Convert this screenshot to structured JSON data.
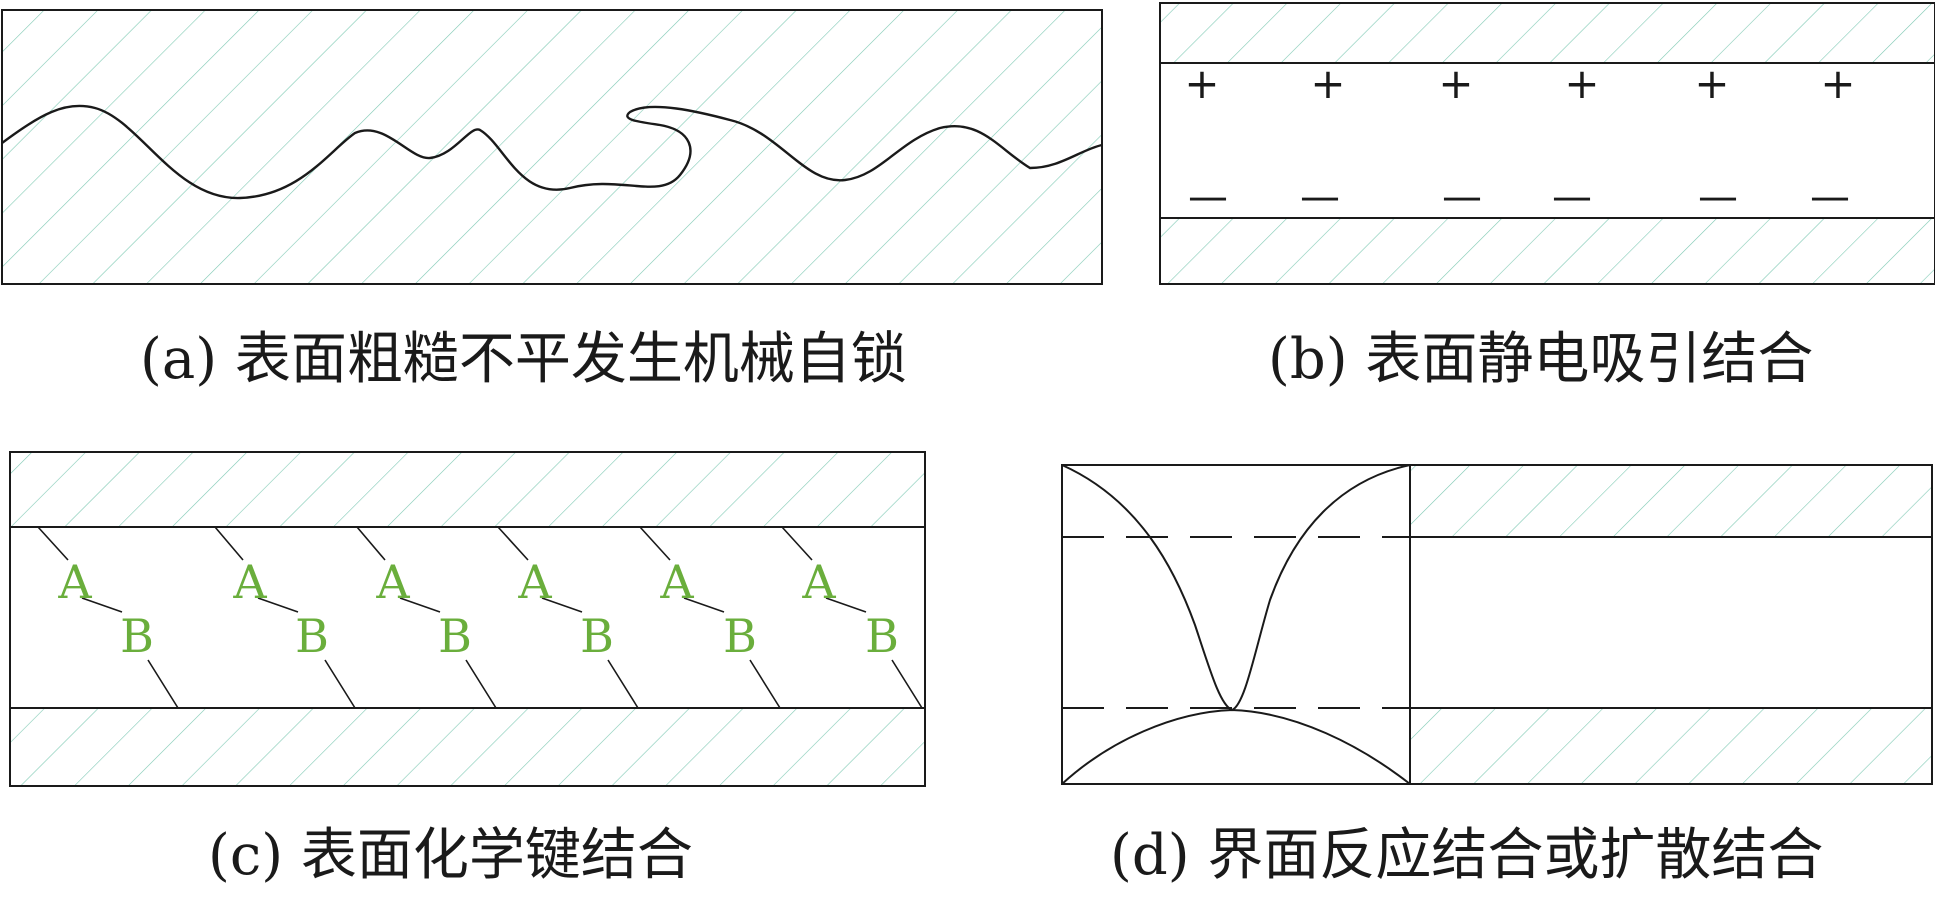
{
  "colors": {
    "hatch": "#7fc9b4",
    "line": "#1a1a1a",
    "label": "#6aae3c"
  },
  "panels": {
    "a": {
      "caption": "(a) 表面粗糙不平发生机械自锁"
    },
    "b": {
      "caption": "(b) 表面静电吸引结合",
      "plus_sign": "+",
      "minus_sign": "—"
    },
    "c": {
      "caption": "(c) 表面化学键结合",
      "label_a": "A",
      "label_b": "B"
    },
    "d": {
      "caption": "(d) 界面反应结合或扩散结合"
    }
  }
}
